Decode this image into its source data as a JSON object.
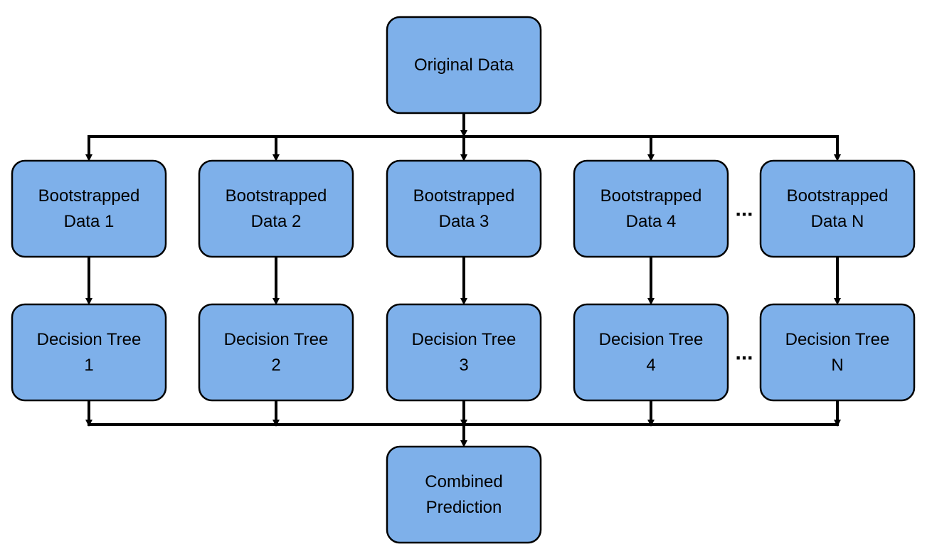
{
  "colors": {
    "node_fill": "#7eb0ea",
    "edge": "#000000",
    "background": "#ffffff"
  },
  "nodes": {
    "original": [
      "Original Data"
    ],
    "bootstrapped": [
      [
        "Bootstrapped",
        "Data 1"
      ],
      [
        "Bootstrapped",
        "Data 2"
      ],
      [
        "Bootstrapped",
        "Data 3"
      ],
      [
        "Bootstrapped",
        "Data 4"
      ],
      [
        "Bootstrapped",
        "Data N"
      ]
    ],
    "trees": [
      [
        "Decision Tree",
        "1"
      ],
      [
        "Decision Tree",
        "2"
      ],
      [
        "Decision Tree",
        "3"
      ],
      [
        "Decision Tree",
        "4"
      ],
      [
        "Decision Tree",
        "N"
      ]
    ],
    "combined": [
      "Combined",
      "Prediction"
    ]
  },
  "ellipsis": "..."
}
